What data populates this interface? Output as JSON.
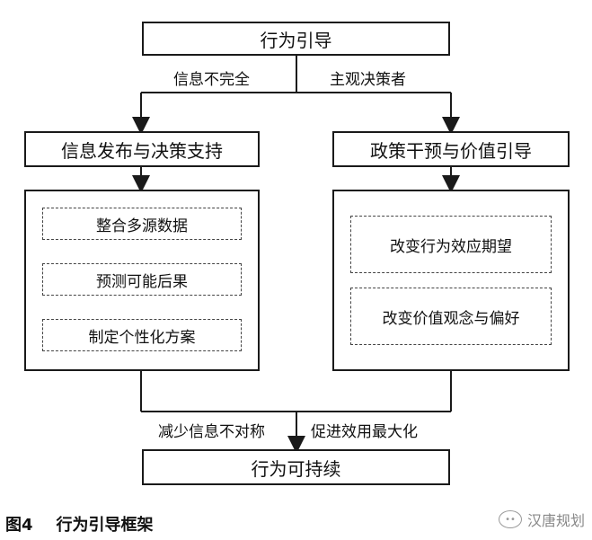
{
  "top_box": "行为引导",
  "edge_left_label": "信息不完全",
  "edge_right_label": "主观决策者",
  "left_header": "信息发布与决策支持",
  "right_header": "政策干预与价值引导",
  "left_steps": [
    "整合多源数据",
    "预测可能后果",
    "制定个性化方案"
  ],
  "right_items": [
    "改变行为效应期望",
    "改变价值观念与偏好"
  ],
  "bottom_left_label": "减少信息不对称",
  "bottom_right_label": "促进效用最大化",
  "bottom_box": "行为可持续",
  "caption": {
    "fig_no": "图4",
    "title": "行为引导框架"
  },
  "watermark": {
    "icon": "wechat-icon",
    "text": "汉唐规划"
  }
}
